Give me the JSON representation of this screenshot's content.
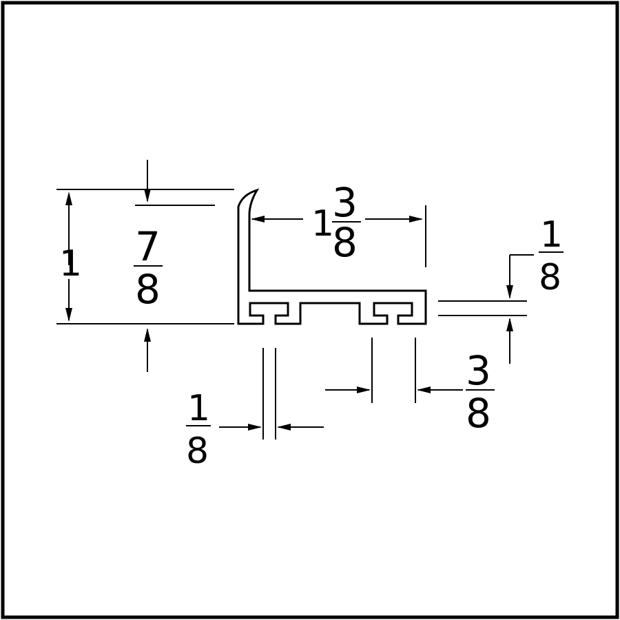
{
  "drawing": {
    "border_color": "#000000",
    "background": "#ffffff",
    "dimensions": {
      "overall_height": {
        "whole": "1",
        "numerator": "7",
        "denominator": "8"
      },
      "overall_width": {
        "whole": "1",
        "numerator": "3",
        "denominator": "8"
      },
      "wall_thickness": {
        "numerator": "1",
        "denominator": "8"
      },
      "slot_gap": {
        "numerator": "1",
        "denominator": "8"
      },
      "slot_width": {
        "numerator": "3",
        "denominator": "8"
      }
    }
  }
}
